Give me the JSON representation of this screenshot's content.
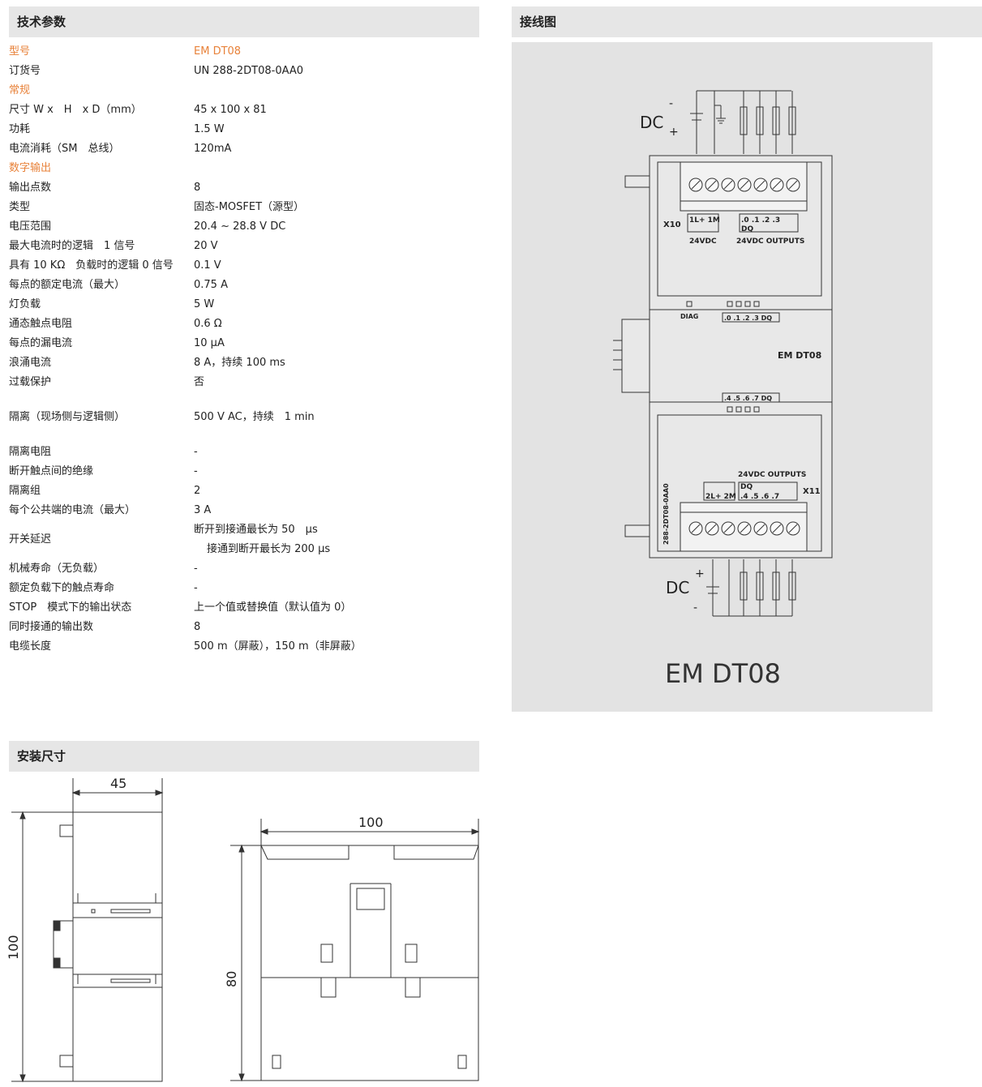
{
  "sections": {
    "specs": "技术参数",
    "wiring": "接线图",
    "dimensions": "安装尺寸"
  },
  "specs": {
    "model_key": "型号",
    "model_val": "EM DT08",
    "order_key": "订货号",
    "order_val": "UN 288-2DT08-0AA0",
    "cat_general": "常规",
    "size_key": "尺寸 W x　H　x D（mm）",
    "size_val": "45 x 100 x 81",
    "power_key": "功耗",
    "power_val": "1.5 W",
    "current_key": "电流消耗（SM　总线）",
    "current_val": "120mA",
    "cat_digital": "数字输出",
    "rows": [
      {
        "k": "输出点数",
        "v": "8"
      },
      {
        "k": "类型",
        "v": "固态-MOSFET（源型）"
      },
      {
        "k": "电压范围",
        "v": "20.4 ~ 28.8 V DC"
      },
      {
        "k": "最大电流时的逻辑　1 信号",
        "v": "20 V"
      },
      {
        "k": "具有 10 KΩ　负载时的逻辑 0 信号",
        "v": "0.1 V"
      },
      {
        "k": "每点的额定电流（最大）",
        "v": "0.75 A"
      },
      {
        "k": "灯负载",
        "v": "5 W"
      },
      {
        "k": "通态触点电阻",
        "v": "0.6 Ω"
      },
      {
        "k": "每点的漏电流",
        "v": "10 μA"
      },
      {
        "k": "浪涌电流",
        "v": "8 A，持续 100 ms"
      },
      {
        "k": "过载保护",
        "v": "否"
      }
    ],
    "isolation_key": "隔离（现场侧与逻辑侧）",
    "isolation_val": "500 V AC，持续　1 min",
    "rows2": [
      {
        "k": "隔离电阻",
        "v": "-"
      },
      {
        "k": "断开触点间的绝缘",
        "v": "-"
      },
      {
        "k": "隔离组",
        "v": "2"
      },
      {
        "k": "每个公共端的电流（最大）",
        "v": "3 A"
      }
    ],
    "switch_key": "开关延迟",
    "switch_val1": "断开到接通最长为 50　μs",
    "switch_val2": "接通到断开最长为 200 μs",
    "rows3": [
      {
        "k": "机械寿命（无负载）",
        "v": "-"
      },
      {
        "k": "额定负载下的触点寿命",
        "v": "-"
      },
      {
        "k": "STOP　模式下的输出状态",
        "v": "上一个值或替换值（默认值为 0）"
      },
      {
        "k": "同时接通的输出数",
        "v": "8"
      },
      {
        "k": "电缆长度",
        "v": "500 m（屏蔽），150 m（非屏蔽）"
      }
    ]
  },
  "wiring": {
    "dc": "DC",
    "minus": "-",
    "plus": "+",
    "x10": "X10",
    "x11": "X11",
    "top_l1": "1L+ 1M",
    "top_l2": ".0 .1 .2 .3",
    "dq": "DQ",
    "v24": "24VDC",
    "outputs": "24VDC OUTPUTS",
    "diag": "DIAG",
    "led_top": ".0 .1 .2 .3 DQ",
    "module": "EM DT08",
    "led_bot": ".4 .5 .6 .7 DQ",
    "bot_l1": "2L+ 2M",
    "bot_l2": ".4 .5 .6 .7",
    "order_side": "288-2DT08-0AA0",
    "caption": "EM DT08"
  },
  "dims": {
    "w45": "45",
    "h100": "100",
    "w100": "100",
    "h80": "80"
  }
}
